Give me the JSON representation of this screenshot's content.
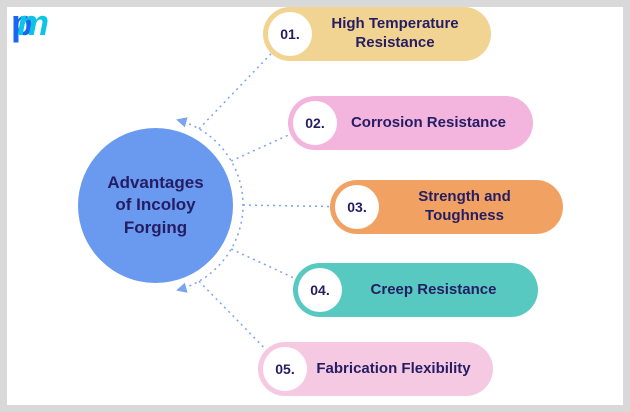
{
  "page": {
    "frame_color": "#d9d9d9",
    "canvas_color": "#ffffff"
  },
  "logo": {
    "letter_p": "p",
    "letter_m": "m",
    "color_p": "#1a66f0",
    "color_m": "#0bc4e8"
  },
  "diagram": {
    "center": {
      "label": "Advantages\nof Incoloy\nForging",
      "color": "#699aef",
      "text_color": "#251d63"
    },
    "connector_color": "#7aa3f0",
    "items": [
      {
        "number": "01.",
        "label": "High Temperature Resistance",
        "color": "#f2d492"
      },
      {
        "number": "02.",
        "label": "Corrosion Resistance",
        "color": "#f3b4dd"
      },
      {
        "number": "03.",
        "label": "Strength and Toughness",
        "color": "#f1a263"
      },
      {
        "number": "04.",
        "label": "Creep Resistance",
        "color": "#57c9c1"
      },
      {
        "number": "05.",
        "label": "Fabrication Flexibility",
        "color": "#f6c9e3"
      }
    ]
  }
}
